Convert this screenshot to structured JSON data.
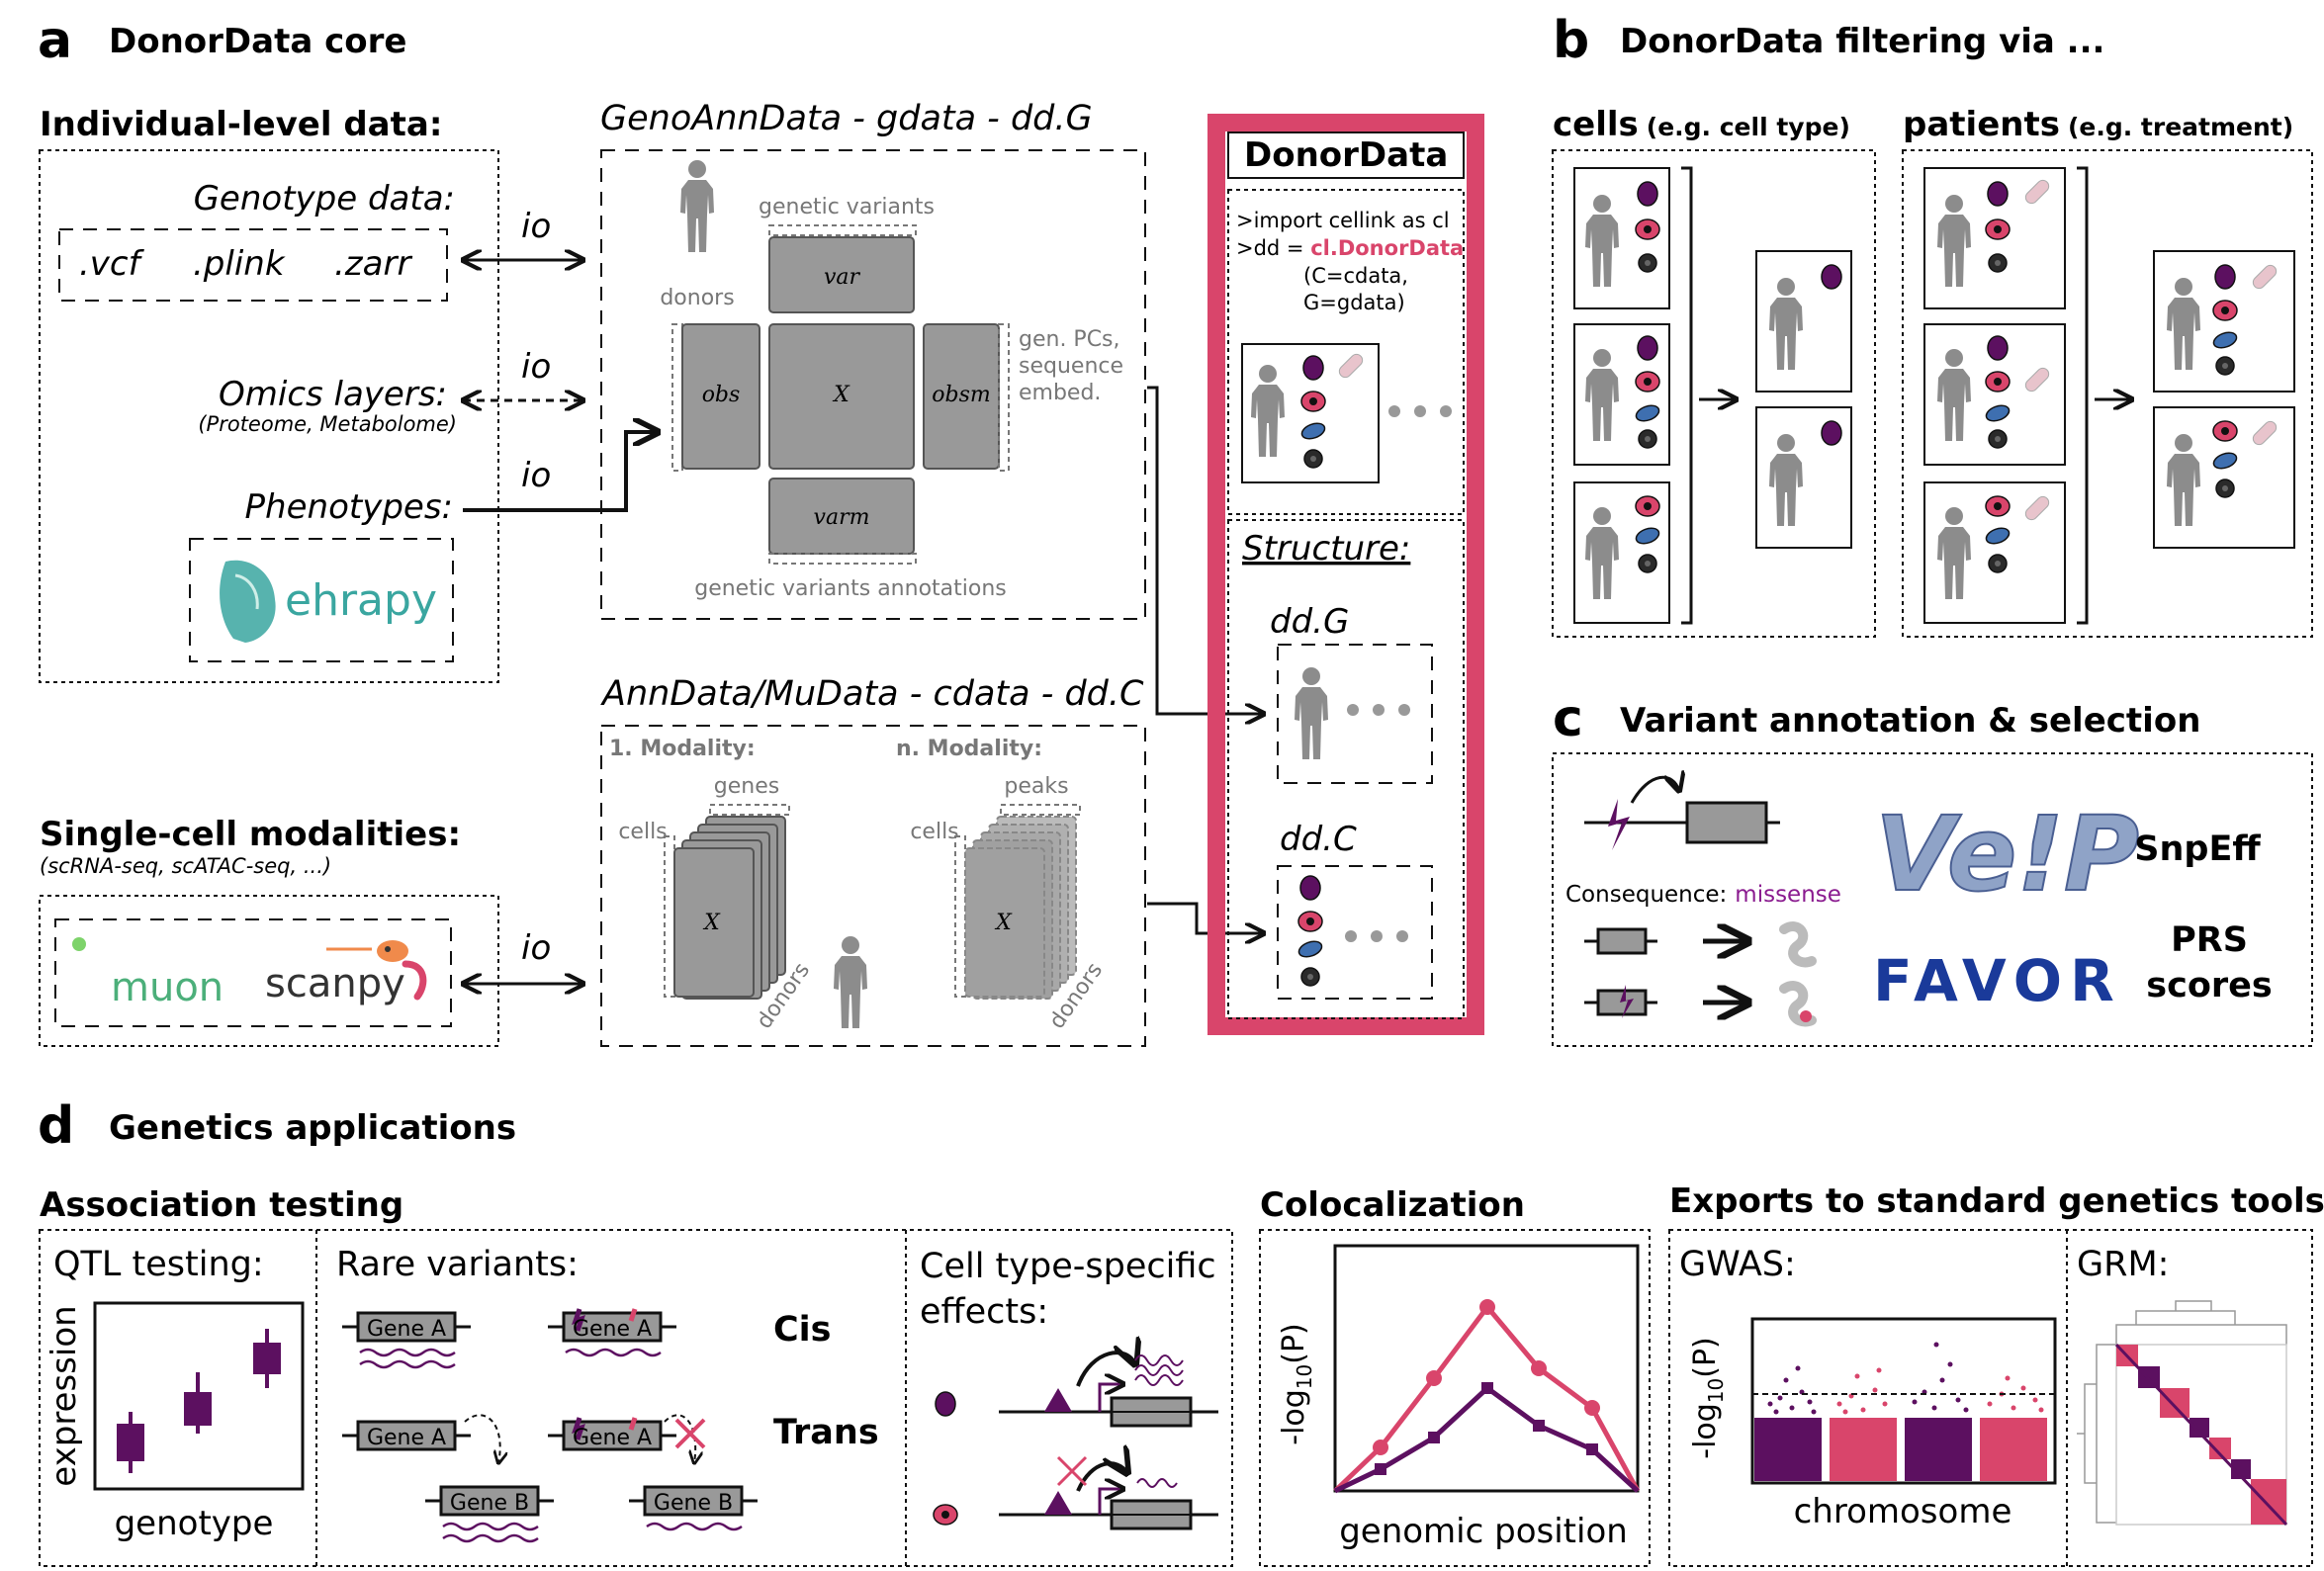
{
  "colors": {
    "pink": "#d9456b",
    "purple": "#5c1060",
    "blue": "#3e6fb0",
    "dark": "#2a2a2a",
    "gray": "#909090",
    "human": "#8c8c8c",
    "accent_magenta": "#c0266a",
    "favor_blue": "#1a3a9a",
    "muon_green": "#4caf7a",
    "ehrapy_teal": "#3aa6a0"
  },
  "panel_a": {
    "letter": "a",
    "title": "DonorData core",
    "individual_heading": "Individual-level data:",
    "genotype_label": "Genotype data:",
    "formats": [
      ".vcf",
      ".plink",
      ".zarr"
    ],
    "omics_label": "Omics layers:",
    "omics_sub": "(Proteome, Metabolome)",
    "phenotypes_label": "Phenotypes:",
    "ehrapy": "ehrapy",
    "io": "io",
    "singlecell_heading": "Single-cell modalities:",
    "singlecell_sub": "(scRNA-seq, scATAC-seq, ...)",
    "muon": "muon",
    "scanpy": "scanpy",
    "gdata_title": "GenoAnnData - gdata - dd.G",
    "donors": "donors",
    "genetic_variants": "genetic variants",
    "var": "var",
    "obs": "obs",
    "X": "X",
    "obsm": "obsm",
    "varm": "varm",
    "gen_pcs": [
      "gen. PCs,",
      "sequence",
      "embed."
    ],
    "gv_annotations": "genetic variants annotations",
    "cdata_title": "AnnData/MuData - cdata - dd.C",
    "modality1": "1. Modality:",
    "modalityn": "n. Modality:",
    "genes": "genes",
    "peaks": "peaks",
    "cells": "cells",
    "donors_rot": "donors",
    "dd_title": "DonorData",
    "code": [
      ">import cellink as cl",
      ">dd = ",
      "cl.DonorData",
      "(C=cdata,",
      "G=gdata)"
    ],
    "structure": "Structure:",
    "ddG": "dd.G",
    "ddC": "dd.C"
  },
  "panel_b": {
    "letter": "b",
    "title": "DonorData filtering via ...",
    "cells_head": "cells",
    "cells_sub": "(e.g. cell type)",
    "patients_head": "patients",
    "patients_sub": "(e.g. treatment)"
  },
  "panel_c": {
    "letter": "c",
    "title": "Variant annotation & selection",
    "consequence": "Consequence:",
    "missense": "missense",
    "vep": "Ve!P",
    "snpeff": "SnpEff",
    "favor": "FAVOR",
    "prs": [
      "PRS",
      "scores"
    ]
  },
  "panel_d": {
    "letter": "d",
    "title": "Genetics applications",
    "assoc": "Association testing",
    "qtl": "QTL testing:",
    "expression": "expression",
    "genotype": "genotype",
    "rare": "Rare variants:",
    "geneA": "Gene A",
    "geneB": "Gene B",
    "cis": "Cis",
    "trans": "Trans",
    "celltype": [
      "Cell type-specific",
      "effects:"
    ],
    "coloc": "Colocalization",
    "coloc_y": "-log10(P)",
    "coloc_x": "genomic position",
    "exports": "Exports to standard genetics tools",
    "gwas": "GWAS:",
    "grm": "GRM:",
    "chromosome": "chromosome"
  }
}
